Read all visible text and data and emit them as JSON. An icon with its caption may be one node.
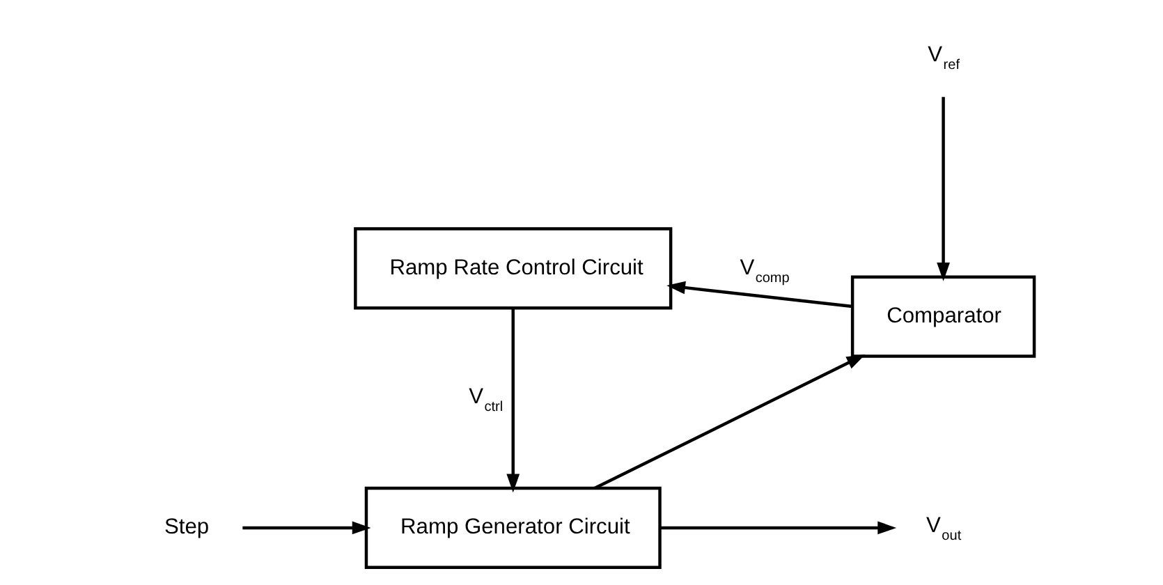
{
  "diagram": {
    "nodes": [
      {
        "text": [
          "Step"
        ]
      },
      {
        "text": [
          "Ramp Generator Circuit"
        ]
      },
      {
        "text": [
          "V$_{out}$"
        ]
      },
      {
        "text": [
          "Comparator"
        ]
      },
      {
        "text": [
          "Ramp Rate Control Circuit"
        ]
      },
      {
        "text": [
          "V$_{ref}$"
        ]
      }
    ],
    "edges": [
      {
        "from": 0,
        "to": 1,
        "arrow": "to"
      },
      {
        "from": 1,
        "to": 2,
        "arrow": "to"
      },
      {
        "from": 1,
        "to": 3,
        "arrow": "to"
      },
      {
        "from": 5,
        "to": 3,
        "arrow": "to"
      },
      {
        "from": 3,
        "to": 4,
        "arrow": "to",
        "label": "V$_{comp}$"
      },
      {
        "from": 4,
        "to": 1,
        "arrow": "to",
        "label": "V$_{ctrl}$"
      }
    ]
  }
}
